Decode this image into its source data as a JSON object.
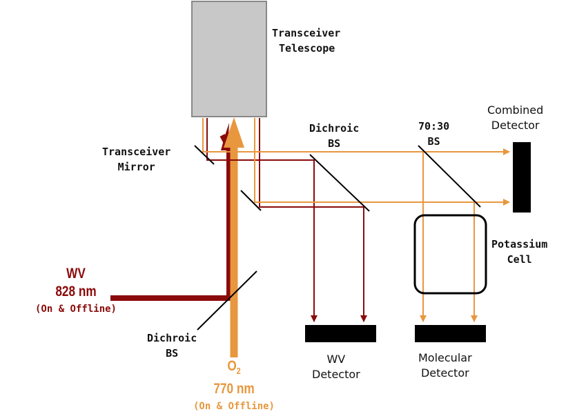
{
  "labels": {
    "telescope": [
      "Transceiver",
      "Telescope"
    ],
    "transceiver_mirror": [
      "Transceiver",
      "Mirror"
    ],
    "dichroic_bs_top": [
      "Dichroic",
      "BS"
    ],
    "bs_7030": [
      "70:30",
      "BS"
    ],
    "combined_detector": [
      "Combined",
      "Detector"
    ],
    "potassium_cell": [
      "Potassium",
      "Cell"
    ],
    "wv_source": {
      "name": "WV",
      "wavelength": "828 nm",
      "mode": "(On & Offline)"
    },
    "o2_source": {
      "name": "O",
      "subscript": "2",
      "wavelength": "770 nm",
      "mode": "(On & Offline)"
    },
    "dichroic_bs_bottom": [
      "Dichroic",
      "BS"
    ],
    "wv_detector": [
      "WV",
      "Detector"
    ],
    "molecular_detector": [
      "Molecular",
      "Detector"
    ]
  },
  "colors": {
    "wv_beam": "#8b0a0a",
    "o2_beam": "#e8973e",
    "telescope_fill": "#c8c8c8",
    "detector": "#000000"
  }
}
